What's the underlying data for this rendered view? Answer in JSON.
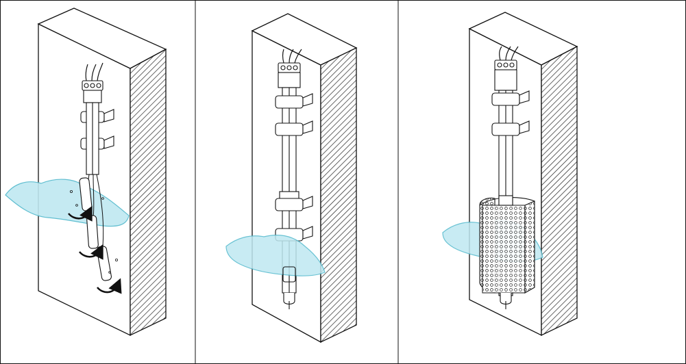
{
  "panels": [
    {
      "id": "panel-1",
      "variant": "free-hanging-flexible"
    },
    {
      "id": "panel-2",
      "variant": "rigid-extended-with-brackets"
    },
    {
      "id": "panel-3",
      "variant": "rigid-with-perforated-guard"
    }
  ],
  "colors": {
    "line": "#111111",
    "water_fill": "#bfe8f1",
    "water_stroke": "#4fb8cc",
    "wall_face": "#ffffff",
    "hatch": "#222222"
  }
}
